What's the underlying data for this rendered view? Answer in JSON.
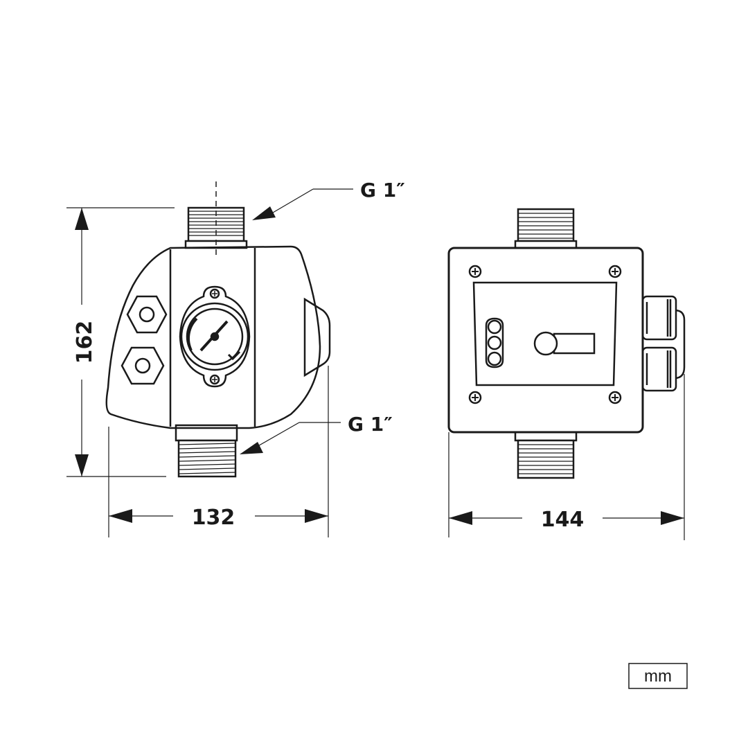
{
  "dimensions": {
    "height": "162",
    "width_front": "132",
    "width_side": "144"
  },
  "thread_labels": {
    "top": "G 1″",
    "bottom": "G 1″"
  },
  "unit": "mm",
  "colors": {
    "line": "#1a1a1a",
    "background": "#ffffff"
  }
}
